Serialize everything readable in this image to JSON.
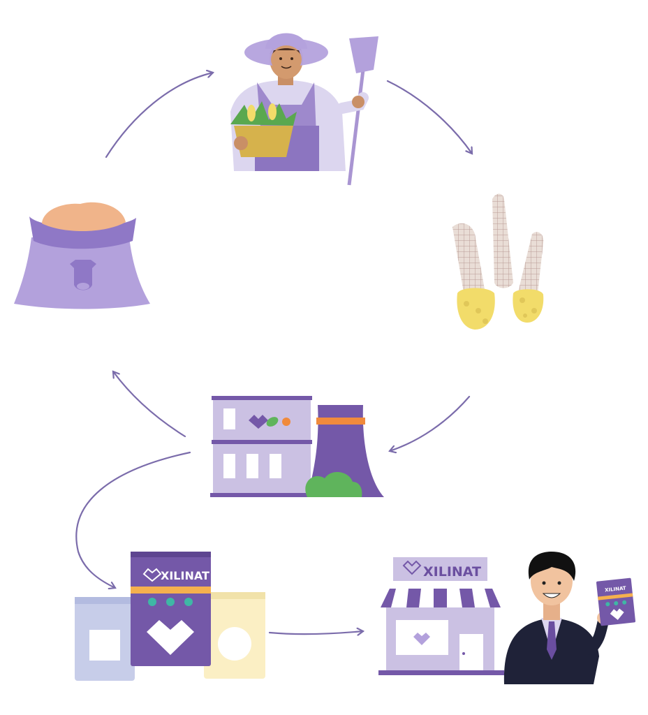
{
  "brand": {
    "name": "XILINAT"
  },
  "stages": [
    {
      "id": "farmer",
      "icon": "farmer-with-corn-icon"
    },
    {
      "id": "corn-cobs",
      "icon": "corn-cob-icon"
    },
    {
      "id": "factory",
      "icon": "factory-icon"
    },
    {
      "id": "animal-feed",
      "icon": "feed-sack-icon"
    },
    {
      "id": "packaged-products",
      "icon": "product-bags-icon"
    },
    {
      "id": "retail-store",
      "icon": "store-with-seller-icon"
    }
  ],
  "colors": {
    "primary_purple": "#7458a8",
    "light_purple": "#cbc1e3",
    "arrow": "#7b6cab",
    "corn_yellow": "#f2dc6a",
    "teal": "#3fb7a5",
    "orange": "#f08a3c",
    "green": "#5fb45c"
  }
}
